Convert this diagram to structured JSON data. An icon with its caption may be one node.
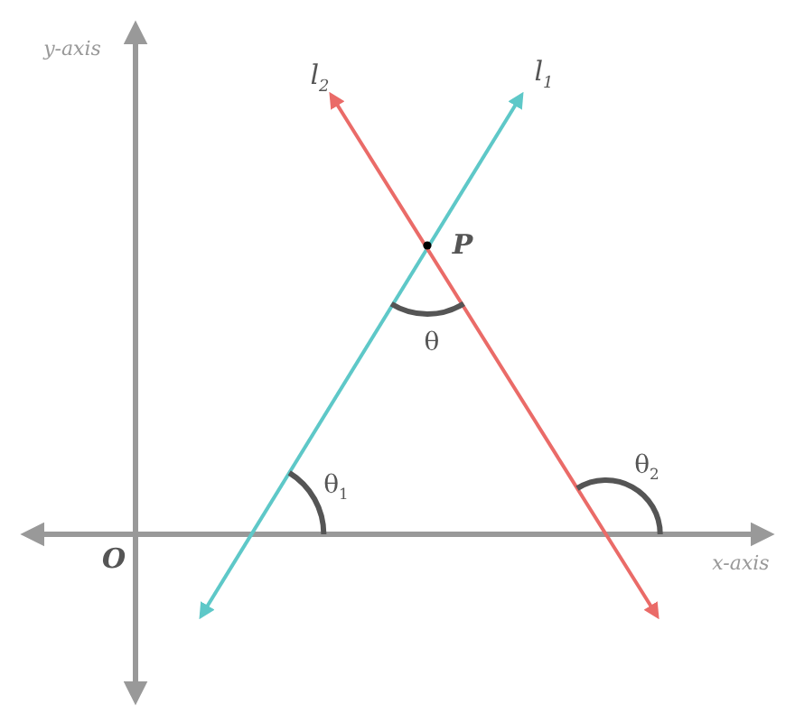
{
  "diagram": {
    "labels": [
      "y-axis",
      "l$_{2}$",
      "l$_{1}$",
      "P",
      "θ",
      "θ$_{1}$",
      "θ$_{2}$",
      "O",
      "x-axis"
    ]
  }
}
